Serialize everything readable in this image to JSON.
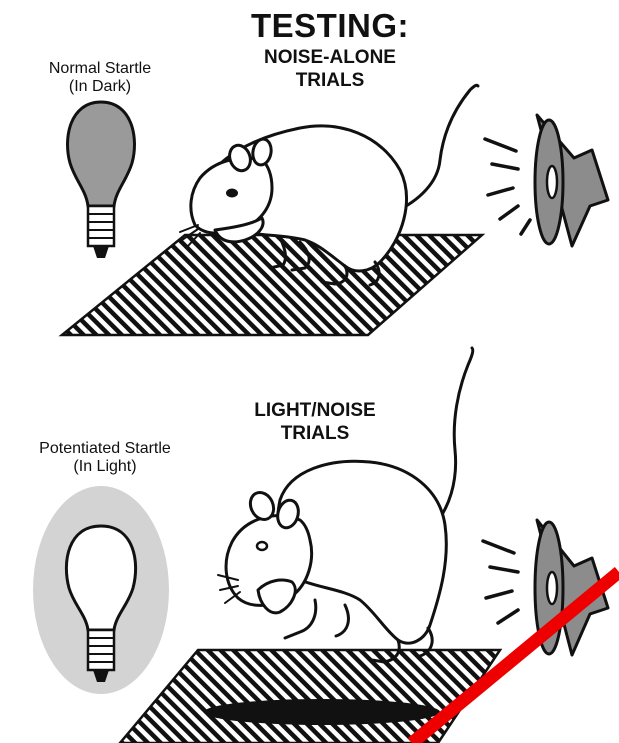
{
  "heading": "TESTING:",
  "panel_top": {
    "trial_line1": "NOISE-ALONE",
    "trial_line2": "TRIALS",
    "bulb_line1": "Normal Startle",
    "bulb_line2": "(In Dark)"
  },
  "panel_bottom": {
    "trial_line1": "LIGHT/NOISE",
    "trial_line2": "TRIALS",
    "bulb_line1": "Potentiated Startle",
    "bulb_line2": "(In Light)"
  },
  "colors": {
    "ink": "#111111",
    "bulb_dark_fill": "#9a9a9a",
    "glow": "#d3d3d3",
    "speaker": "#8c8c8c",
    "slash": "#ee0000"
  },
  "icons": [
    "light-bulb-icon",
    "speaker-icon",
    "rat-icon",
    "grid-floor-icon"
  ]
}
